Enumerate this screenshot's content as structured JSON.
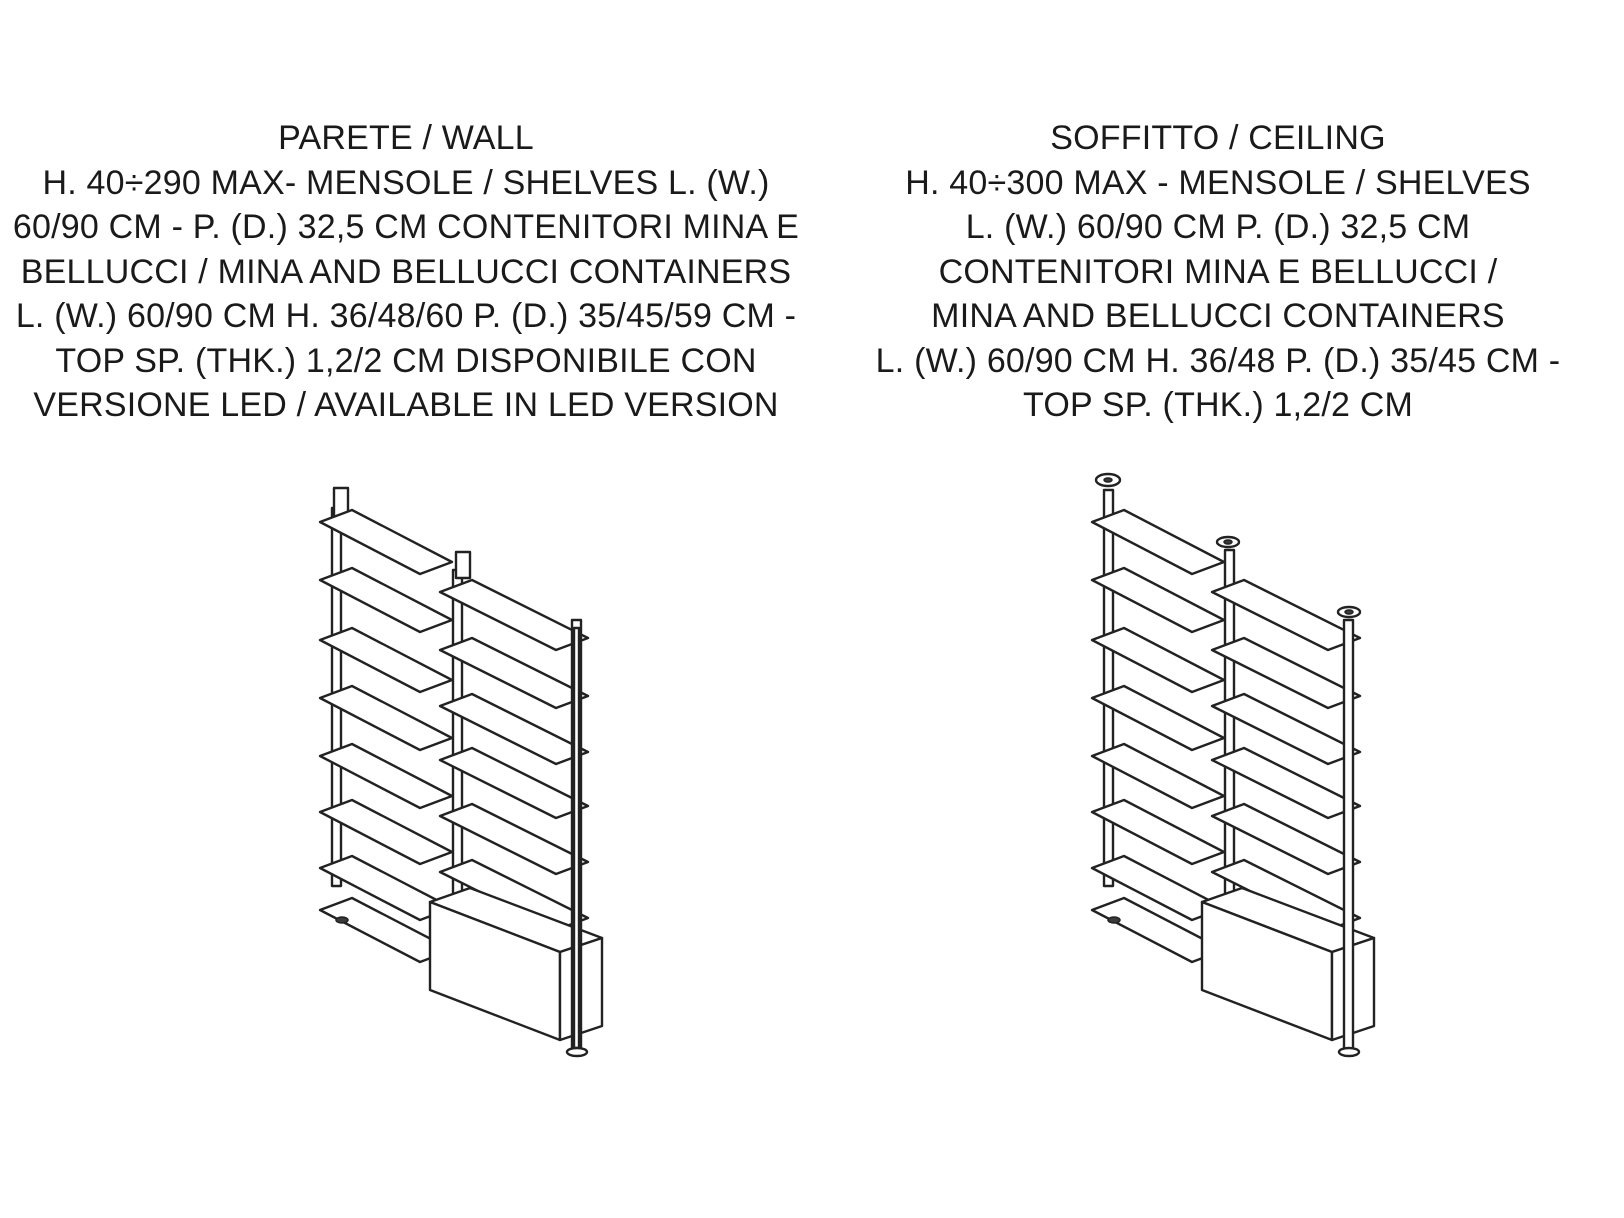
{
  "wall": {
    "title": "PARETE / WALL",
    "lines": [
      "H. 40÷290 MAX- MENSOLE / SHELVES L. (W.)",
      "60/90 CM - P. (D.) 32,5 CM CONTENITORI MINA E",
      "BELLUCCI / MINA AND BELLUCCI CONTAINERS",
      "L. (W.) 60/90 CM H. 36/48/60 P. (D.) 35/45/59 CM -",
      "TOP SP. (THK.) 1,2/2 CM DISPONIBILE CON",
      "VERSIONE LED / AVAILABLE IN LED VERSION"
    ]
  },
  "ceiling": {
    "title": "SOFFITTO / CEILING",
    "lines": [
      "H. 40÷300 MAX - MENSOLE / SHELVES",
      "L. (W.) 60/90 CM P. (D.) 32,5 CM",
      "CONTENITORI MINA E BELLUCCI /",
      "MINA AND BELLUCCI CONTAINERS",
      "L. (W.) 60/90 CM H. 36/48 P. (D.) 35/45 CM -",
      "TOP SP. (THK.) 1,2/2 CM"
    ]
  }
}
